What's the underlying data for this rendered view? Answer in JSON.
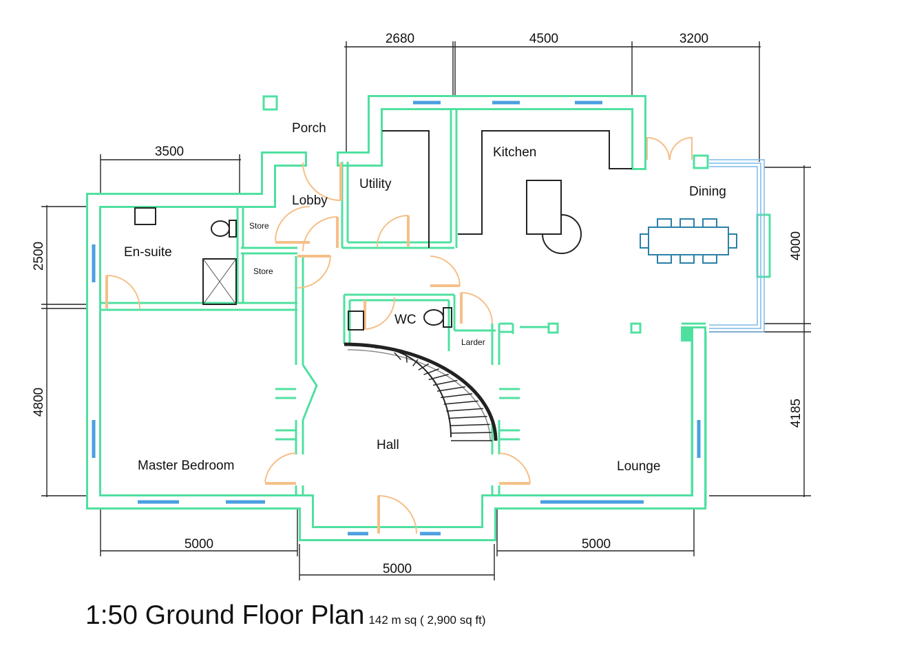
{
  "title": "1:50 Ground Floor Plan",
  "area": "142 m sq  ( 2,900 sq ft)",
  "rooms": {
    "porch": "Porch",
    "lobby": "Lobby",
    "utility": "Utility",
    "kitchen": "Kitchen",
    "dining": "Dining",
    "ensuite": "En-suite",
    "store1": "Store",
    "store2": "Store",
    "wc": "WC",
    "larder": "Larder",
    "hall": "Hall",
    "master_bedroom": "Master Bedroom",
    "lounge": "Lounge"
  },
  "dimensions": {
    "top_utility": "2680",
    "top_kitchen": "4500",
    "top_dining": "3200",
    "ensuite_width": "3500",
    "left_ensuite": "2500",
    "left_bedroom": "4800",
    "right_dining": "4000",
    "right_lounge": "4185",
    "bottom_bedroom": "5000",
    "bottom_lounge": "5000",
    "bottom_hall": "5000"
  },
  "colors": {
    "wall": "#4fe0a0",
    "window": "#4a9fe0",
    "door": "#f5bf88"
  }
}
